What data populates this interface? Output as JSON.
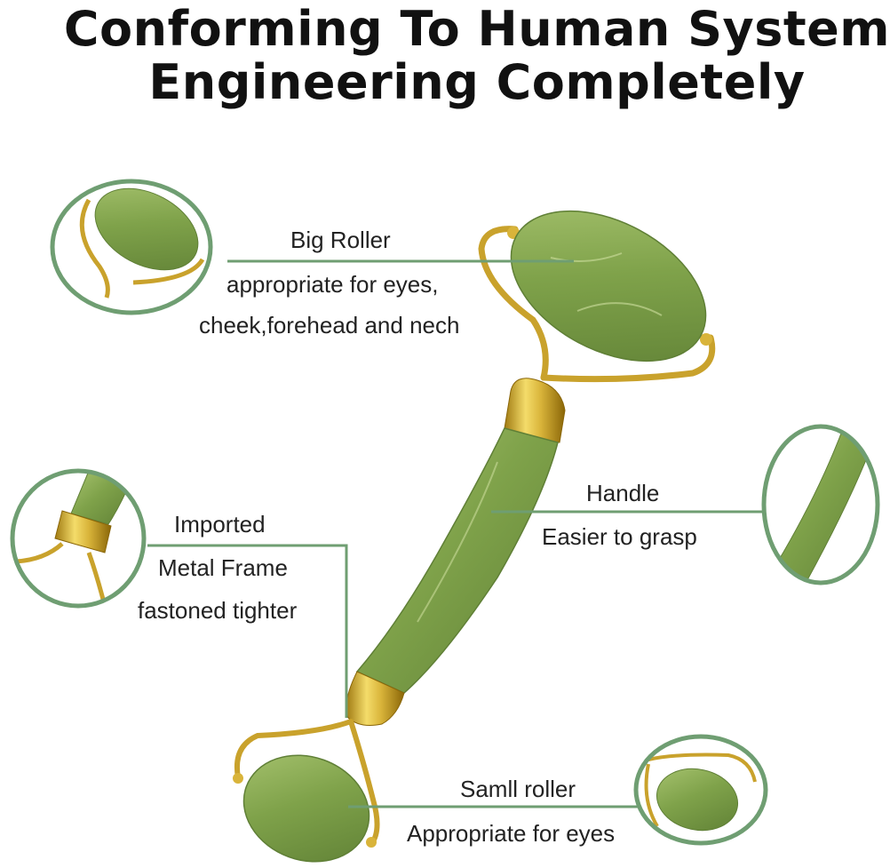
{
  "title": {
    "line1": "Conforming To Human System",
    "line2": "Engineering Completely"
  },
  "callouts": {
    "big_roller": {
      "heading": "Big Roller",
      "line1": "appropriate for eyes,",
      "line2": "cheek,forehead and nech"
    },
    "frame": {
      "line1": "Imported",
      "line2": "Metal Frame",
      "line3": "fastoned tighter"
    },
    "handle": {
      "heading": "Handle",
      "line1": "Easier to grasp"
    },
    "small_roller": {
      "heading": "Samll roller",
      "line1": "Appropriate for eyes"
    }
  },
  "colors": {
    "accent_green": "#6f9e72",
    "jade": "#8fb05a",
    "jade_dark": "#5f7f36",
    "gold": "#d9b43a",
    "gold_dark": "#a07a12"
  }
}
